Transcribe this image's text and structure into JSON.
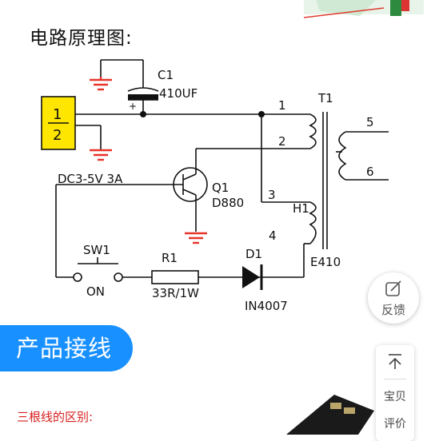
{
  "heading": "电路原理图:",
  "schematic": {
    "c1_label": "C1",
    "c1_value": "410UF",
    "plus": "+",
    "connector_pin1": "1",
    "connector_pin2": "2",
    "supply_label": "DC3-5V 3A",
    "q1_label": "Q1",
    "q1_part": "D880",
    "t1_label": "T1",
    "pin1": "1",
    "pin2": "2",
    "pin3": "3",
    "pin4": "4",
    "pin5": "5",
    "pin6": "6",
    "h1_label": "H1",
    "e410_label": "E410",
    "sw1_label": "SW1",
    "sw1_state": "ON",
    "r1_label": "R1",
    "r1_value": "33R/1W",
    "d1_label": "D1",
    "d1_part": "IN4007"
  },
  "section_tab": "产品接线",
  "subheading": "三根线的区别:",
  "feedback": {
    "label": "反馈",
    "icon": "edit-icon"
  },
  "side_panel": {
    "top_icon": "arrow-up-icon",
    "item1": "宝贝",
    "item2": "评价"
  },
  "colors": {
    "accent": "#1890ff",
    "connector": "#ffe600",
    "ground": "#e8332a",
    "subheading": "#d81e1e"
  }
}
